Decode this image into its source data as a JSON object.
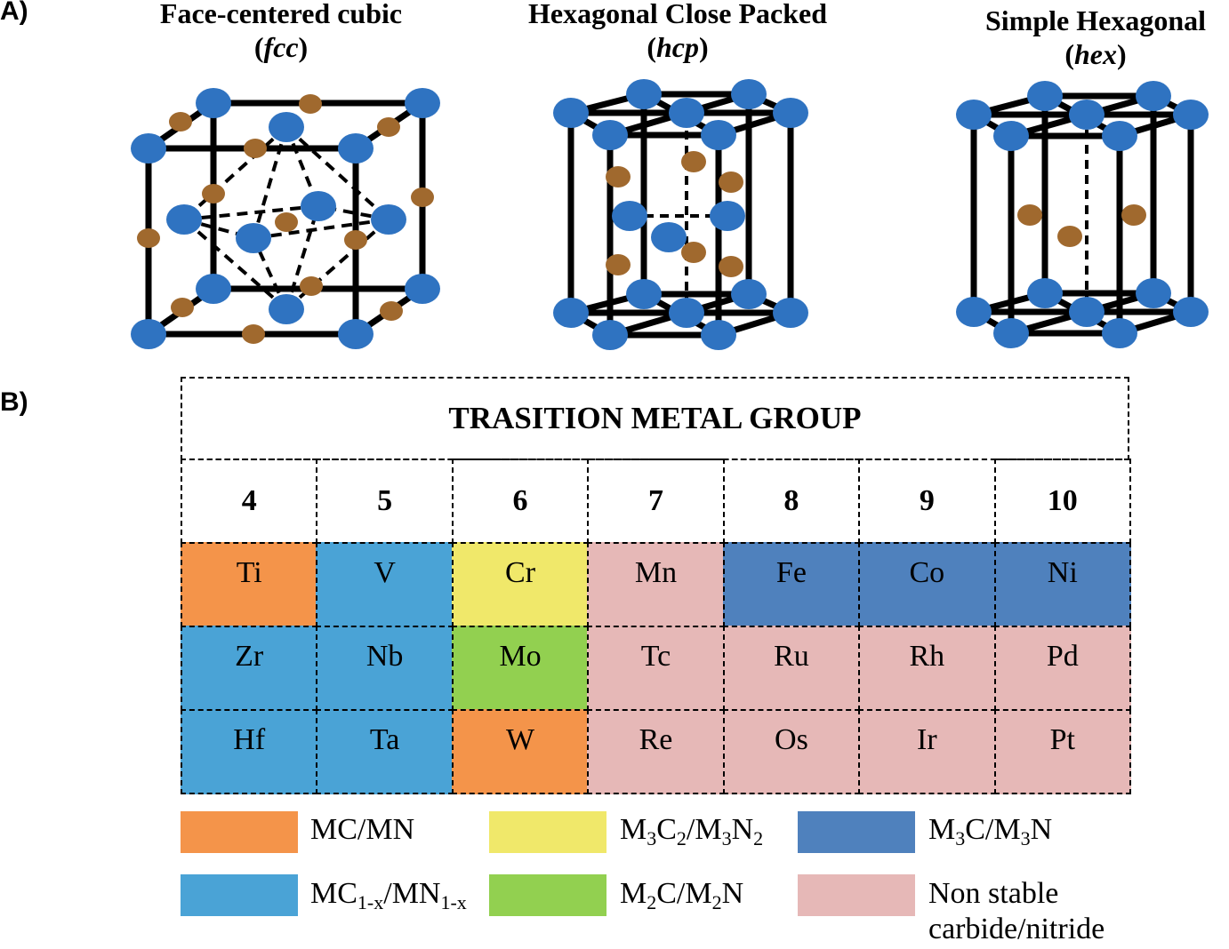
{
  "panel_a": {
    "label": "A)",
    "crystals": [
      {
        "title": "Face-centered cubic",
        "abbr_open": "(",
        "abbr": "fcc",
        "abbr_close": ")"
      },
      {
        "title": "Hexagonal Close Packed",
        "abbr_open": "(",
        "abbr": "hcp",
        "abbr_close": ")"
      },
      {
        "title": "Simple Hexagonal",
        "abbr_open": "(",
        "abbr": "hex",
        "abbr_close": ")"
      }
    ]
  },
  "panel_b": {
    "label": "B)",
    "table_title": "TRASITION METAL GROUP",
    "groups": [
      "4",
      "5",
      "6",
      "7",
      "8",
      "9",
      "10"
    ],
    "rows": [
      [
        {
          "symbol": "Ti",
          "class": "MC/MN"
        },
        {
          "symbol": "V",
          "class": "MC1-x/MN1-x"
        },
        {
          "symbol": "Cr",
          "class": "M3C2/M3N2"
        },
        {
          "symbol": "Mn",
          "class": "Non stable carbide/nitride"
        },
        {
          "symbol": "Fe",
          "class": "M3C/M3N"
        },
        {
          "symbol": "Co",
          "class": "M3C/M3N"
        },
        {
          "symbol": "Ni",
          "class": "M3C/M3N"
        }
      ],
      [
        {
          "symbol": "Zr",
          "class": "MC1-x/MN1-x"
        },
        {
          "symbol": "Nb",
          "class": "MC1-x/MN1-x"
        },
        {
          "symbol": "Mo",
          "class": "M2C/M2N"
        },
        {
          "symbol": "Tc",
          "class": "Non stable carbide/nitride"
        },
        {
          "symbol": "Ru",
          "class": "Non stable carbide/nitride"
        },
        {
          "symbol": "Rh",
          "class": "Non stable carbide/nitride"
        },
        {
          "symbol": "Pd",
          "class": "Non stable carbide/nitride"
        }
      ],
      [
        {
          "symbol": "Hf",
          "class": "MC1-x/MN1-x"
        },
        {
          "symbol": "Ta",
          "class": "MC1-x/MN1-x"
        },
        {
          "symbol": "W",
          "class": "MC/MN"
        },
        {
          "symbol": "Re",
          "class": "Non stable carbide/nitride"
        },
        {
          "symbol": "Os",
          "class": "Non stable carbide/nitride"
        },
        {
          "symbol": "Ir",
          "class": "Non stable carbide/nitride"
        },
        {
          "symbol": "Pt",
          "class": "Non stable carbide/nitride"
        }
      ]
    ],
    "legend": [
      {
        "id": "MC/MN",
        "color": "#f4944a",
        "parts": [
          [
            "MC/MN",
            ""
          ]
        ]
      },
      {
        "id": "M3C2/M3N2",
        "color": "#f0e86a",
        "parts": [
          [
            "M",
            ""
          ],
          [
            "3",
            "sub"
          ],
          [
            "C",
            ""
          ],
          [
            "2",
            "sub"
          ],
          [
            "/M",
            ""
          ],
          [
            "3",
            "sub"
          ],
          [
            "N",
            ""
          ],
          [
            "2",
            "sub"
          ]
        ]
      },
      {
        "id": "M3C/M3N",
        "color": "#4f81bd",
        "parts": [
          [
            "M",
            ""
          ],
          [
            "3",
            "sub"
          ],
          [
            "C/M",
            ""
          ],
          [
            "3",
            "sub"
          ],
          [
            "N",
            ""
          ]
        ]
      },
      {
        "id": "MC1-x/MN1-x",
        "color": "#4aa3d6",
        "parts": [
          [
            "MC",
            ""
          ],
          [
            "1-x",
            "sub"
          ],
          [
            "/MN",
            ""
          ],
          [
            "1-x",
            "sub"
          ]
        ]
      },
      {
        "id": "M2C/M2N",
        "color": "#92d050",
        "parts": [
          [
            "M",
            ""
          ],
          [
            "2",
            "sub"
          ],
          [
            "C/M",
            ""
          ],
          [
            "2",
            "sub"
          ],
          [
            "N",
            ""
          ]
        ]
      },
      {
        "id": "Non stable carbide/nitride",
        "color": "#e6b8b7",
        "lines": [
          "Non stable",
          "carbide/nitride"
        ]
      }
    ]
  },
  "colors": {
    "metal_atom": "#2f73c1",
    "interstitial_atom": "#a0692e",
    "edge": "#000000"
  }
}
